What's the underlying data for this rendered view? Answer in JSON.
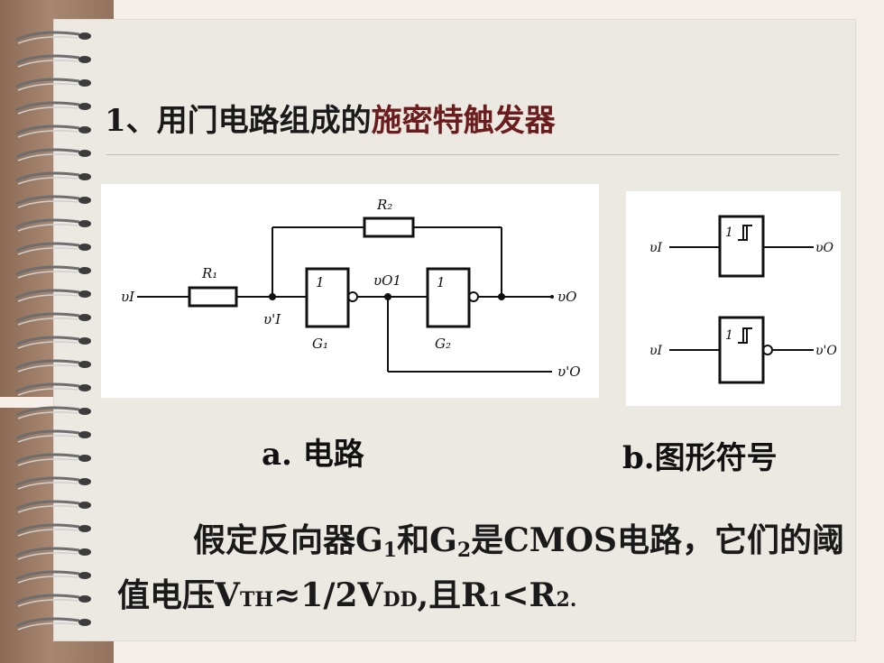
{
  "slide": {
    "title_prefix": "1、用门电路组成的",
    "title_highlight": "施密特触发器",
    "caption_a": "a. 电路",
    "caption_b": "b.图形符号",
    "para_1": "假定反向器G",
    "para_sub1": "1",
    "para_2": "和G",
    "para_sub2": "2",
    "para_3": "是CMOS电路，它们的阈值电压V",
    "para_th": "TH",
    "para_4": "≈1/2V",
    "para_dd": "DD",
    "para_5": ",且R",
    "para_r1": "1",
    "para_6": "<R",
    "para_r2": "2",
    "para_7": "."
  },
  "circuit": {
    "r1": "R₁",
    "r2": "R₂",
    "vi": "υI",
    "vi_prime": "υ'I",
    "vo1": "υO1",
    "vo": "υO",
    "vo_prime": "υ'O",
    "g1": "G₁",
    "g2": "G₂",
    "gate_one": "1"
  },
  "symbols": {
    "vi_top": "υI",
    "vo_top": "υO",
    "vi_bot": "υI",
    "vo_bot": "υ'O",
    "gate_one": "1"
  },
  "colors": {
    "title_highlight": "#6b1d1d",
    "text": "#1a1a1a",
    "strip": "#a07f69"
  }
}
